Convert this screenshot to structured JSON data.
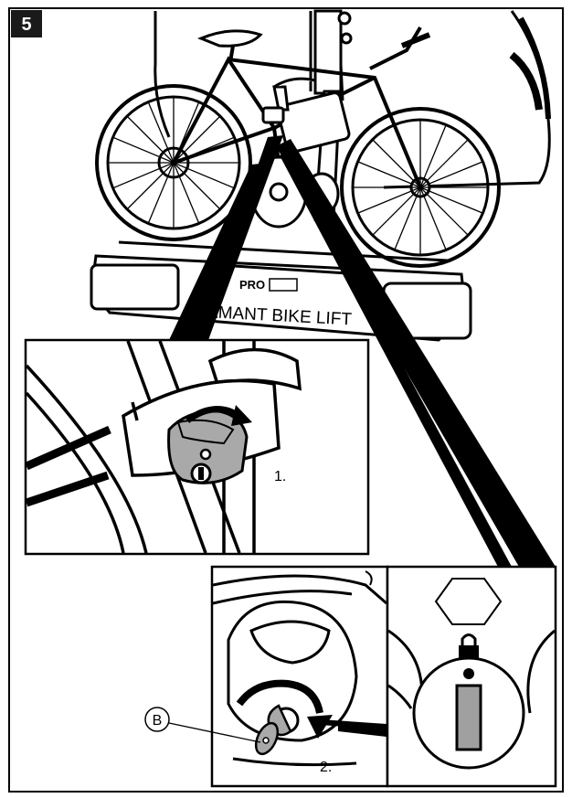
{
  "step_badge": "5",
  "rack_label_brand": "PRO",
  "rack_label_model": "AMANT BIKE LIFT",
  "callout_step_1": "1.",
  "callout_step_2": "2.",
  "callout_letter_b": "B",
  "colors": {
    "line": "#000000",
    "background": "#ffffff",
    "lock_grey": "#a9a9a9",
    "indicator_grey": "#a0a0a0",
    "badge_bg": "#1a1a1a"
  }
}
